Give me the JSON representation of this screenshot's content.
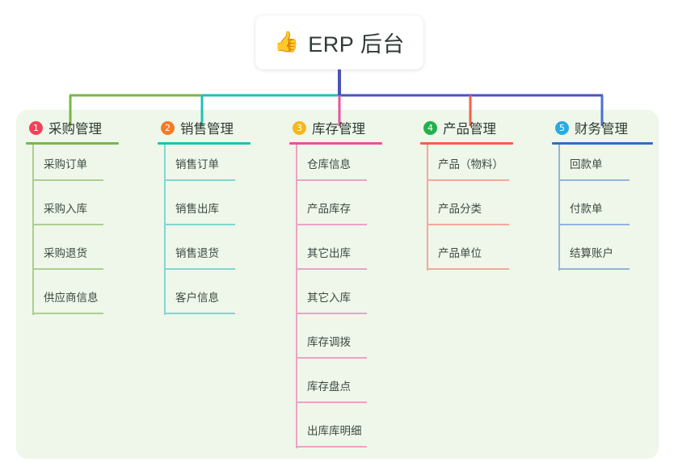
{
  "root": {
    "icon": "thumbs-up-icon",
    "emoji": "👍",
    "title": "ERP 后台"
  },
  "palette": {
    "panel_bg": "#eef7e9",
    "page_bg": "#ffffff",
    "stem": "#4a52c0",
    "text": "#2f3b34"
  },
  "columns": [
    {
      "index": "1",
      "title": "采购管理",
      "badge_color": "#f0435a",
      "line_color": "#7ab648",
      "tint_color": "#aecd92",
      "drop_color": "#7ab648",
      "items": [
        {
          "label": "采购订单"
        },
        {
          "label": "采购入库"
        },
        {
          "label": "采购退货"
        },
        {
          "label": "供应商信息"
        }
      ]
    },
    {
      "index": "2",
      "title": "销售管理",
      "badge_color": "#f47b28",
      "line_color": "#1fc0b5",
      "tint_color": "#7fd8d1",
      "drop_color": "#1fc0b5",
      "items": [
        {
          "label": "销售订单"
        },
        {
          "label": "销售出库"
        },
        {
          "label": "销售退货"
        },
        {
          "label": "客户信息"
        }
      ]
    },
    {
      "index": "3",
      "title": "库存管理",
      "badge_color": "#f5b81e",
      "line_color": "#e8519f",
      "tint_color": "#eda2c8",
      "drop_color": "#e8519f",
      "items": [
        {
          "label": "仓库信息"
        },
        {
          "label": "产品库存"
        },
        {
          "label": "其它出库"
        },
        {
          "label": "其它入库"
        },
        {
          "label": "库存调拨"
        },
        {
          "label": "库存盘点"
        },
        {
          "label": "出库库明细"
        }
      ]
    },
    {
      "index": "4",
      "title": "产品管理",
      "badge_color": "#22b14c",
      "line_color": "#f4604b",
      "tint_color": "#f6a79a",
      "drop_color": "#f4604b",
      "items": [
        {
          "label": "产品（物料）"
        },
        {
          "label": "产品分类"
        },
        {
          "label": "产品单位"
        }
      ]
    },
    {
      "index": "5",
      "title": "财务管理",
      "badge_color": "#29abe2",
      "line_color": "#2f6fc4",
      "tint_color": "#93b4e0",
      "drop_color": "#4a6fd0",
      "items": [
        {
          "label": "回款单"
        },
        {
          "label": "付款单"
        },
        {
          "label": "结算账户"
        }
      ]
    }
  ]
}
